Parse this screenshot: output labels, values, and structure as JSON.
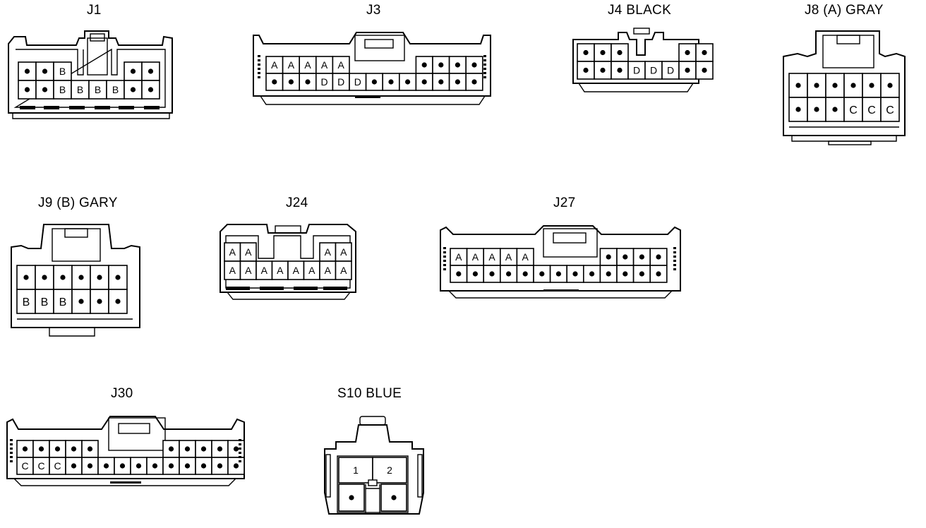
{
  "connectors": [
    {
      "id": "J1",
      "label": "J1",
      "rows": [
        [
          "•",
          "•",
          "B",
          null,
          null,
          null,
          "•",
          "•"
        ],
        [
          "•",
          "•",
          "B",
          "B",
          "B",
          "B",
          "•",
          "•"
        ]
      ]
    },
    {
      "id": "J3",
      "label": "J3",
      "rows": [
        [
          "A",
          "A",
          "A",
          "A",
          "A",
          null,
          null,
          null,
          null,
          "•",
          "•",
          "•",
          "•"
        ],
        [
          "•",
          "•",
          "•",
          "D",
          "D",
          "D",
          "•",
          "•",
          "•",
          "•",
          "•",
          "•",
          "•"
        ]
      ]
    },
    {
      "id": "J4",
      "label": "J4  BLACK",
      "rows": [
        [
          "•",
          "•",
          "•",
          null,
          null,
          null,
          "•",
          "•"
        ],
        [
          "•",
          "•",
          "•",
          "D",
          "D",
          "D",
          "•",
          "•"
        ]
      ]
    },
    {
      "id": "J8",
      "label": "J8 (A)  GRAY",
      "rows": [
        [
          "•",
          "•",
          "•",
          "•",
          "•",
          "•"
        ],
        [
          "•",
          "•",
          "•",
          "C",
          "C",
          "C"
        ]
      ]
    },
    {
      "id": "J9",
      "label": "J9 (B)  GARY",
      "rows": [
        [
          "•",
          "•",
          "•",
          "•",
          "•",
          "•"
        ],
        [
          "B",
          "B",
          "B",
          "•",
          "•",
          "•"
        ]
      ]
    },
    {
      "id": "J24",
      "label": "J24",
      "rows": [
        [
          "A",
          "A",
          null,
          null,
          null,
          null,
          "A",
          "A"
        ],
        [
          "A",
          "A",
          "A",
          "A",
          "A",
          "A",
          "A",
          "A"
        ]
      ]
    },
    {
      "id": "J27",
      "label": "J27",
      "rows": [
        [
          "A",
          "A",
          "A",
          "A",
          "A",
          null,
          null,
          null,
          null,
          "•",
          "•",
          "•",
          "•"
        ],
        [
          "•",
          "•",
          "•",
          "•",
          "•",
          "•",
          "•",
          "•",
          "•",
          "•",
          "•",
          "•",
          "•"
        ]
      ]
    },
    {
      "id": "J30",
      "label": "J30",
      "rows": [
        [
          "•",
          "•",
          "•",
          "•",
          "•",
          null,
          null,
          null,
          null,
          "•",
          "•",
          "•",
          "•",
          "•"
        ],
        [
          "C",
          "C",
          "C",
          "•",
          "•",
          "•",
          "•",
          "•",
          "•",
          "•",
          "•",
          "•",
          "•",
          "•"
        ]
      ]
    },
    {
      "id": "S10",
      "label": "S10  BLUE",
      "rows": [
        [
          "1",
          "2"
        ],
        [
          "•",
          "•"
        ]
      ]
    }
  ]
}
